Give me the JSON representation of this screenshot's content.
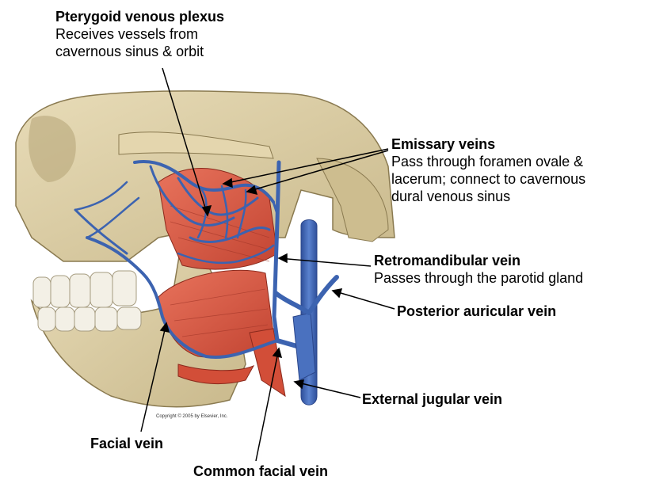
{
  "labels": {
    "pterygoid": {
      "title": "Pterygoid venous plexus",
      "line1": "Receives vessels from",
      "line2": "cavernous sinus & orbit"
    },
    "emissary": {
      "title": "Emissary veins",
      "line1": "Pass through  foramen ovale &",
      "line2": "lacerum;  connect to cavernous",
      "line3": "dural venous sinus"
    },
    "retromandibular": {
      "title": "Retromandibular  vein",
      "line1": "Passes through  the parotid gland"
    },
    "posterior_auricular": {
      "title": "Posterior auricular vein"
    },
    "external_jugular": {
      "title": "External jugular vein"
    },
    "facial": {
      "title": "Facial vein"
    },
    "common_facial": {
      "title": "Common facial vein"
    }
  },
  "copyright": "Copyright © 2005 by Elsevier, Inc.",
  "colors": {
    "bone": "#d9cba3",
    "bone_shadow": "#b8a77a",
    "muscle": "#d9553f",
    "vein": "#3c63b0",
    "teeth": "#f3f0e6",
    "leader": "#000000"
  }
}
